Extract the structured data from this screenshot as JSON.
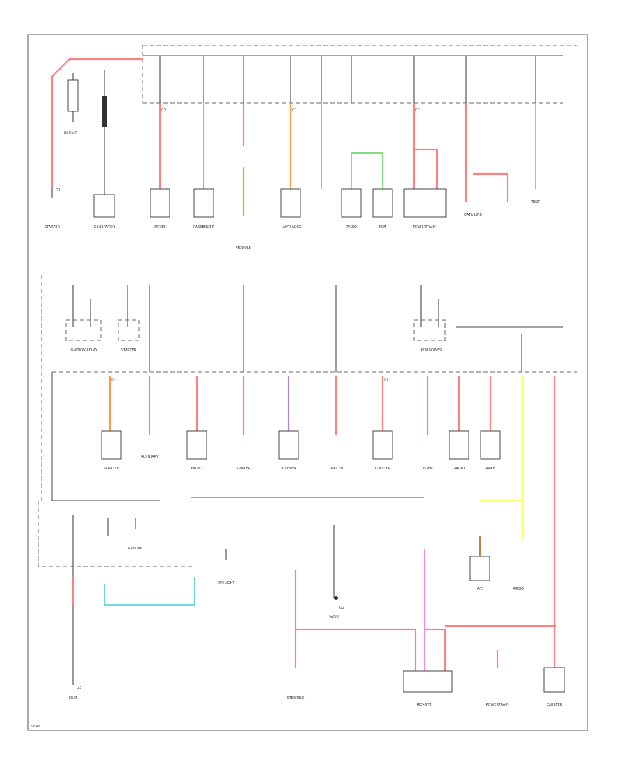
{
  "diagram": {
    "ground_labels": [
      "G1",
      "G2",
      "G3"
    ],
    "connector_labels": [
      "C1",
      "C2",
      "C3",
      "C4",
      "C5"
    ],
    "figure_code": "9845"
  }
}
